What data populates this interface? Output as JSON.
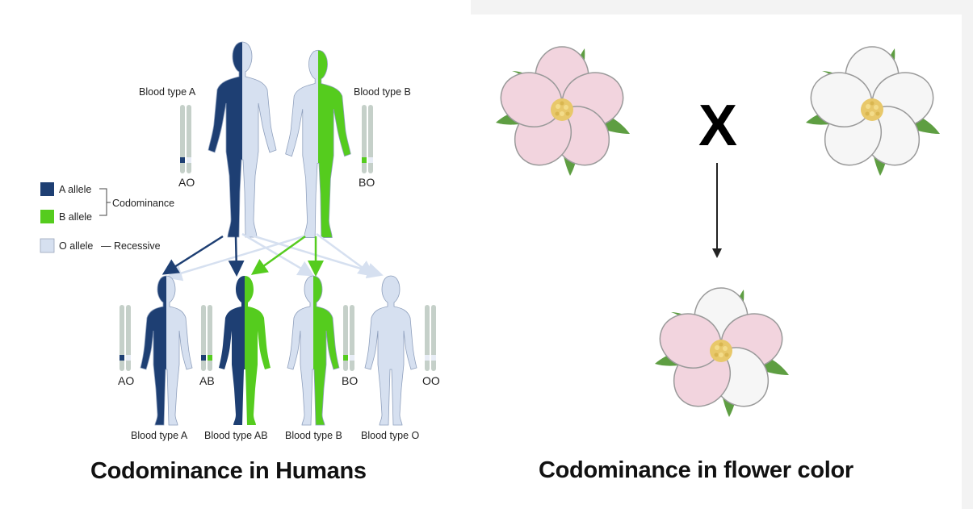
{
  "left": {
    "title": "Codominance in Humans",
    "parents": [
      {
        "blood_type": "Blood type A",
        "genotype": "AO"
      },
      {
        "blood_type": "Blood type B",
        "genotype": "BO"
      }
    ],
    "legend": {
      "a_allele": "A allele",
      "b_allele": "B allele",
      "o_allele": "O allele",
      "codominance": "Codominance",
      "recessive": "— Recessive"
    },
    "children": [
      {
        "genotype": "AO",
        "blood_type": "Blood type A"
      },
      {
        "genotype": "AB",
        "blood_type": "Blood type AB"
      },
      {
        "genotype": "BO",
        "blood_type": "Blood type B"
      },
      {
        "genotype": "OO",
        "blood_type": "Blood type O"
      }
    ]
  },
  "right": {
    "title": "Codominance in flower color",
    "cross_symbol": "X"
  },
  "colors": {
    "a_allele": "#1e3f73",
    "b_allele": "#55cc1e",
    "o_allele": "#d6e0f0",
    "pink_petal": "#f2d4de",
    "white_petal": "#f6f6f6",
    "leaf": "#5e9e42"
  }
}
